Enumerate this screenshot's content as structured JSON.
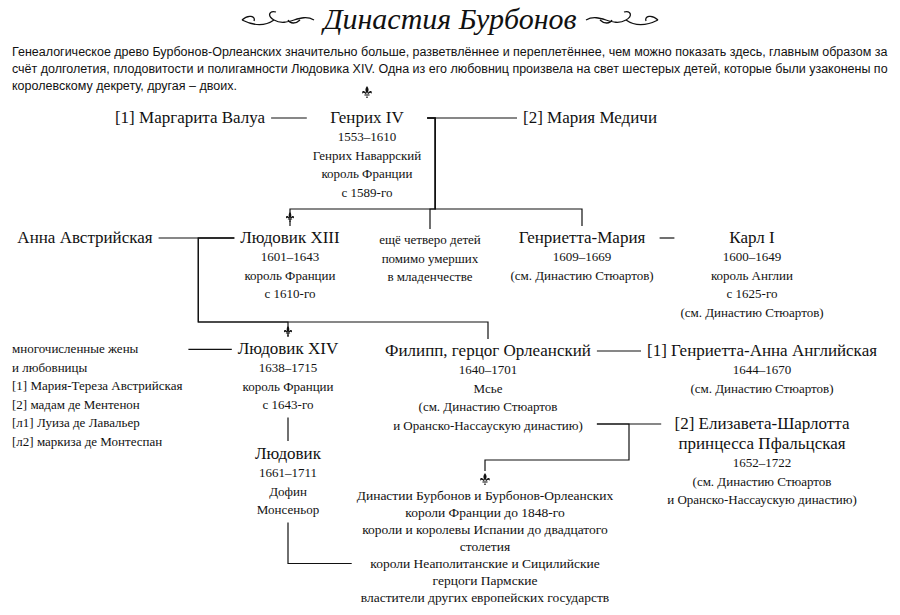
{
  "diagram": {
    "title": "Династия Бурбонов",
    "caption": "Генеалогическое древо Бурбонов-Орлеанских значительно больше, разветвлённее и переплетённее, чем можно показать здесь, главным образом за счёт долголетия, плодовитости и полигамности Людовика XIV. Одна из его любовниц произвела на свет шестерых детей, которые были узаконены по королевскому декрету, другая – двоих.",
    "nodes": [
      {
        "text": [
          "[1] Маргарита Валуа"
        ]
      },
      {
        "text": [
          "Генрих IV",
          "1553–1610",
          "Генрих Наваррский",
          "король Франции",
          "с 1589-го"
        ]
      },
      {
        "text": [
          "[2] Мария Медичи"
        ]
      },
      {
        "text": [
          "Анна Австрийская"
        ]
      },
      {
        "text": [
          "Людовик XIII",
          "1601–1643",
          "король Франции",
          "с 1610-го"
        ]
      },
      {
        "text": [
          "ещё четверо детей",
          "помимо умерших",
          "в младенчестве"
        ]
      },
      {
        "text": [
          "Генриетта-Мария",
          "1609–1669",
          "(см. Династию Стюартов)"
        ]
      },
      {
        "text": [
          "Карл I",
          "1600–1649",
          "король Англии",
          "с 1625-го",
          "(см. Династию Стюартов)"
        ]
      },
      {
        "text": [
          "многочисленные жены",
          "и любовницы",
          "[1] Мария-Тереза Австрийская",
          "[2] мадам де Ментенон",
          "[л1] Луиза де Лавальер",
          "[л2] маркиза де Монтеспан"
        ]
      },
      {
        "text": [
          "Людовик XIV",
          "1638–1715",
          "король Франции",
          "с 1643-го"
        ]
      },
      {
        "text": [
          "Филипп, герцог Орлеанский",
          "1640–1701",
          "Мсье",
          "(см. Династию Стюартов",
          "и Оранско-Нассаускую династию)"
        ]
      },
      {
        "text": [
          "[1] Генриетта-Анна Английская",
          "1644–1670",
          "(см. Династию Стюартов)"
        ]
      },
      {
        "text": [
          "Людовик",
          "1661–1711",
          "Дофин",
          "Монсеньор"
        ]
      },
      {
        "text": [
          "[2] Елизавета-Шарлотта",
          "принцесса Пфальцская",
          "1652–1722",
          "(см. Династию Стюартов",
          "и Оранско-Нассаускую династию)"
        ]
      },
      {
        "text": [
          "Династии Бурбонов и Бурбонов-Орлеанских",
          "короли Франции до 1848-го",
          "короли и королевы Испании до двадцатого",
          "столетия",
          "короли Неаполитанские и Сицилийские",
          "герцоги Пармские",
          "властители других европейских государств"
        ]
      }
    ],
    "edges": [
      {
        "from": 0,
        "to": 1,
        "arrow": "none"
      },
      {
        "from": 1,
        "to": 2,
        "arrow": "none"
      },
      {
        "from": 3,
        "to": 4,
        "arrow": "none"
      },
      {
        "from": 1,
        "to": 4,
        "arrow": "none"
      },
      {
        "from": 1,
        "to": 5,
        "arrow": "none"
      },
      {
        "from": 1,
        "to": 6,
        "arrow": "none"
      },
      {
        "from": 6,
        "to": 7,
        "arrow": "none"
      },
      {
        "from": 8,
        "to": 9,
        "arrow": "none"
      },
      {
        "from": 4,
        "to": 9,
        "arrow": "none"
      },
      {
        "from": 4,
        "to": 10,
        "arrow": "none"
      },
      {
        "from": 10,
        "to": 11,
        "arrow": "none"
      },
      {
        "from": 9,
        "to": 12,
        "arrow": "none"
      },
      {
        "from": 10,
        "to": 13,
        "arrow": "none"
      },
      {
        "from": 12,
        "to": 14,
        "arrow": "none"
      },
      {
        "from": 10,
        "to": 14,
        "arrow": "none"
      }
    ]
  }
}
